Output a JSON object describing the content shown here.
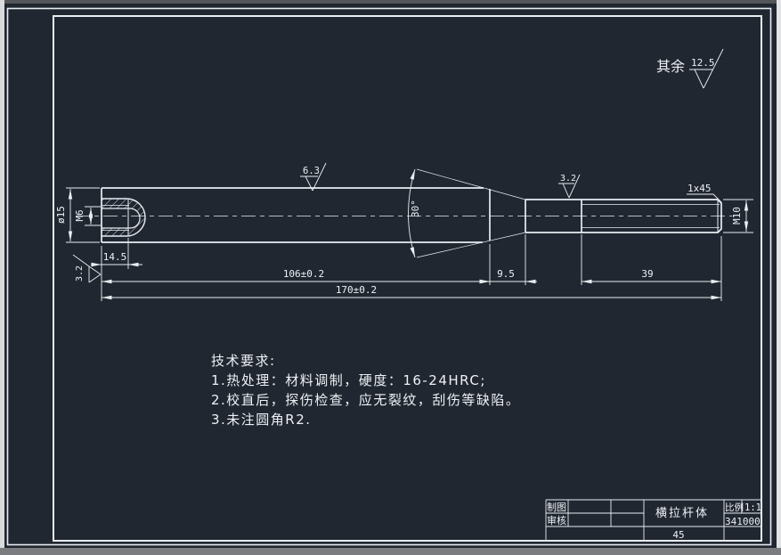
{
  "colors": {
    "background": "#212731",
    "line": "#e9edf2",
    "frame": "#f2f2f2"
  },
  "general_tolerance": {
    "label": "其余",
    "value": "12.5"
  },
  "roughness": {
    "body": "6.3",
    "neck": "3.2",
    "left_end": "3.2"
  },
  "dims": {
    "left_diameter": "ø15",
    "left_thread": "M6",
    "bore_depth": "14.5",
    "body_length": "106±0.2",
    "taper_length": "9.5",
    "thread_length": "39",
    "total_length": "170±0.2",
    "taper_angle": "30°",
    "chamfer": "1x45",
    "right_thread": "M10"
  },
  "tech": {
    "title": "技术要求:",
    "line1": "1.热处理：材料调制，硬度：16-24HRC;",
    "line2": "2.校直后，探伤检查，应无裂纹，刮伤等缺陷。",
    "line3": "3.未注圆角R2."
  },
  "titleblock": {
    "drafter": "制图",
    "checker": "审核",
    "part": "横拉杆体",
    "scale_label": "比例",
    "scale": "1:1",
    "code": "341000",
    "material": "45"
  }
}
